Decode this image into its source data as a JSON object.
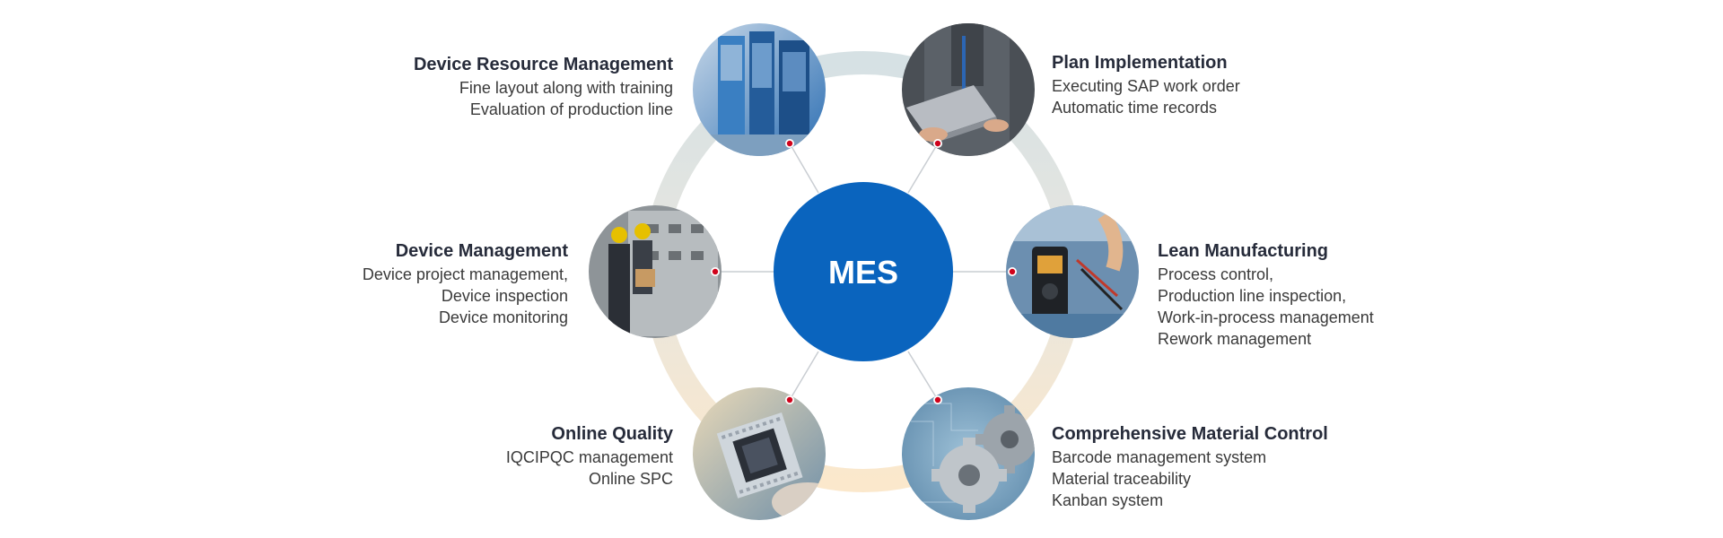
{
  "hub": {
    "label": "MES"
  },
  "nodes": [
    {
      "id": "device-resource-management",
      "title": "Device Resource Management",
      "lines": [
        "Fine layout along with training",
        "Evaluation of production line"
      ],
      "icon": "factory-cabinets-photo"
    },
    {
      "id": "plan-implementation",
      "title": "Plan Implementation",
      "lines": [
        "Executing SAP work order",
        "Automatic time records"
      ],
      "icon": "worker-laptop-photo"
    },
    {
      "id": "device-management",
      "title": "Device Management",
      "lines": [
        "Device project management,",
        "Device inspection",
        "Device monitoring"
      ],
      "icon": "engineers-control-panel-photo"
    },
    {
      "id": "lean-manufacturing",
      "title": "Lean Manufacturing",
      "lines": [
        "Process control,",
        "Production line inspection,",
        "Work-in-process management",
        "Rework management"
      ],
      "icon": "multimeter-circuit-photo"
    },
    {
      "id": "online-quality",
      "title": "Online Quality",
      "lines": [
        "IQCIPQC management",
        "Online SPC"
      ],
      "icon": "microchip-photo"
    },
    {
      "id": "comprehensive-material-control",
      "title": "Comprehensive Material Control",
      "lines": [
        "Barcode management system",
        "Material traceability",
        "Kanban system"
      ],
      "icon": "gears-circuit-photo"
    }
  ],
  "colors": {
    "hub": "#0a64be",
    "ring_top": "#dbe4e6",
    "ring_bottom": "#fbe9cf",
    "connector": "#c9cdd2",
    "dot": "#d0021b"
  }
}
